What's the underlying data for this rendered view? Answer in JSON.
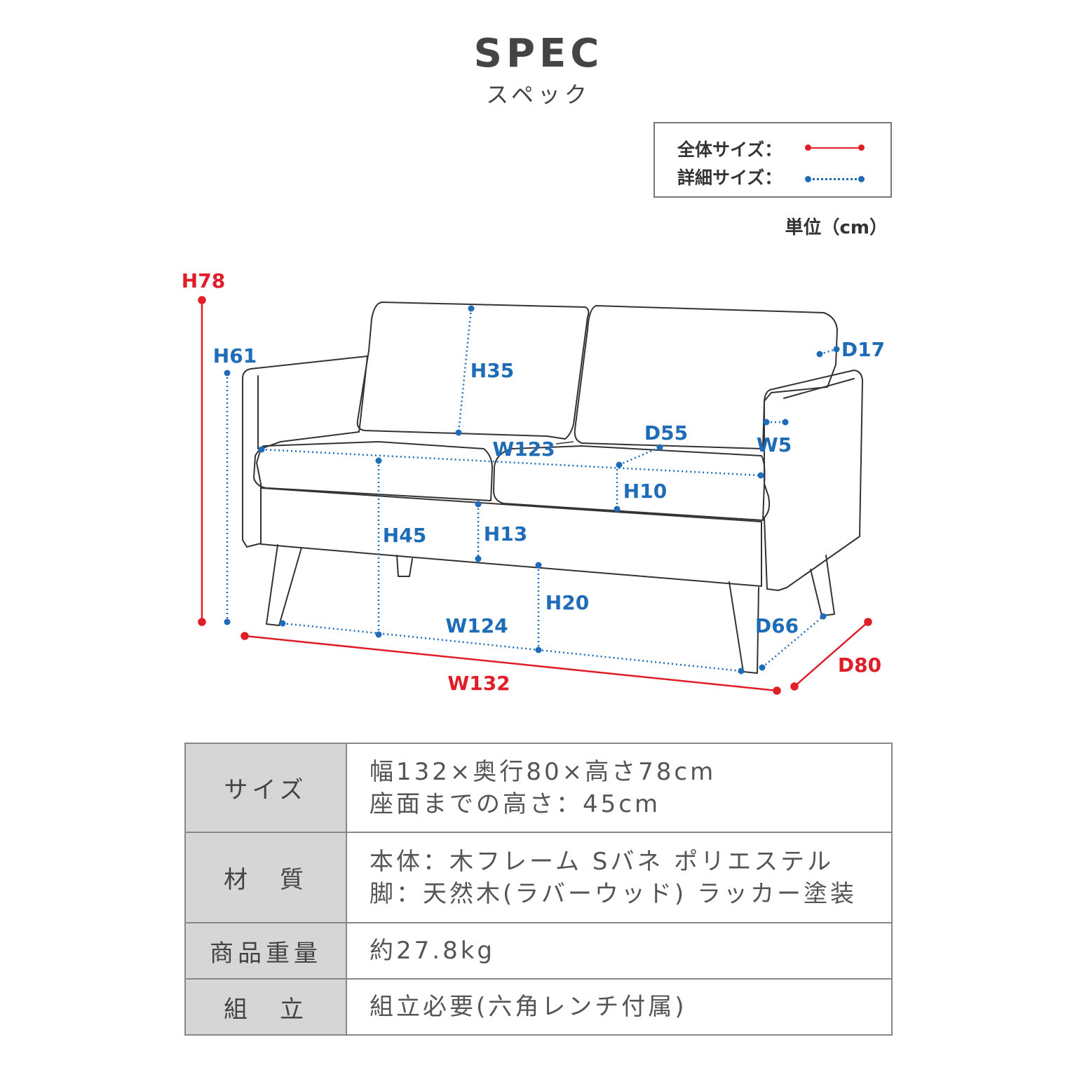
{
  "header": {
    "title": "SPEC",
    "subtitle": "スペック"
  },
  "legend": {
    "overall_label": "全体サイズ：",
    "detail_label": "詳細サイズ：",
    "overall_color": "#e01e28",
    "detail_color": "#1e6bb8"
  },
  "unit": "単位（cm）",
  "dimensions": {
    "overall": {
      "height": "H78",
      "width": "W132",
      "depth": "D80"
    },
    "detail": {
      "arm_height": "H61",
      "back_height": "H35",
      "arm_depth": "D17",
      "seat_width": "W123",
      "seat_depth": "D55",
      "arm_width": "W5",
      "cushion_height": "H10",
      "seat_height": "H45",
      "base_height": "H13",
      "leg_height": "H20",
      "leg_span_width": "W124",
      "leg_span_depth": "D66"
    }
  },
  "spec_table": {
    "size_label": "サイズ",
    "size_line1": "幅132×奥行80×高さ78cm",
    "size_line2": "座面までの高さ：45cm",
    "material_label": "材　質",
    "material_line1": "本体：木フレーム Sバネ ポリエステル",
    "material_line2": "脚：天然木(ラバーウッド) ラッカー塗装",
    "weight_label": "商品重量",
    "weight_value": "約27.8kg",
    "assembly_label": "組　立",
    "assembly_value": "組立必要(六角レンチ付属)"
  }
}
